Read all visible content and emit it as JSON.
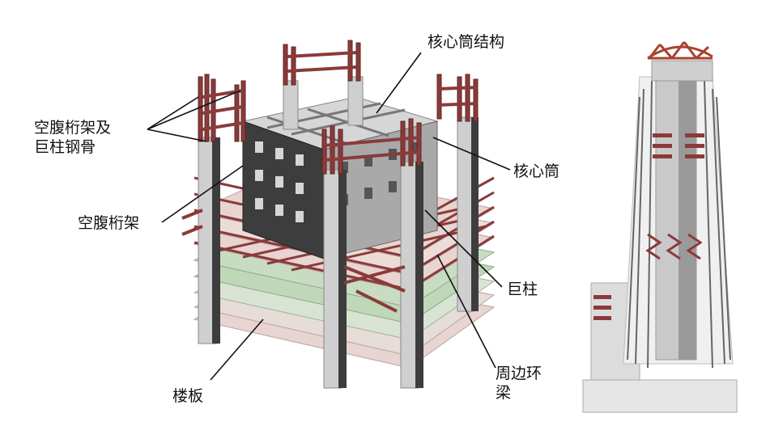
{
  "labels": {
    "core_tube_structure": "核心筒结构",
    "vierendeel_truss_and_mega_column_steel": "空腹桁架及\n巨柱钢骨",
    "vierendeel_truss": "空腹桁架",
    "core_tube": "核心筒",
    "mega_column": "巨柱",
    "perimeter_ring_beam": "周边环\n梁",
    "floor_slab": "楼板"
  },
  "colors": {
    "steel": "#8b3a3a",
    "steel_dark": "#5e2424",
    "concrete_light": "#d6d6d6",
    "concrete_mid": "#a9a9a9",
    "concrete_dark": "#3d3d3d",
    "slab_green": "#bfd8b8",
    "slab_pink": "#e8d4d0",
    "leader": "#111111"
  }
}
